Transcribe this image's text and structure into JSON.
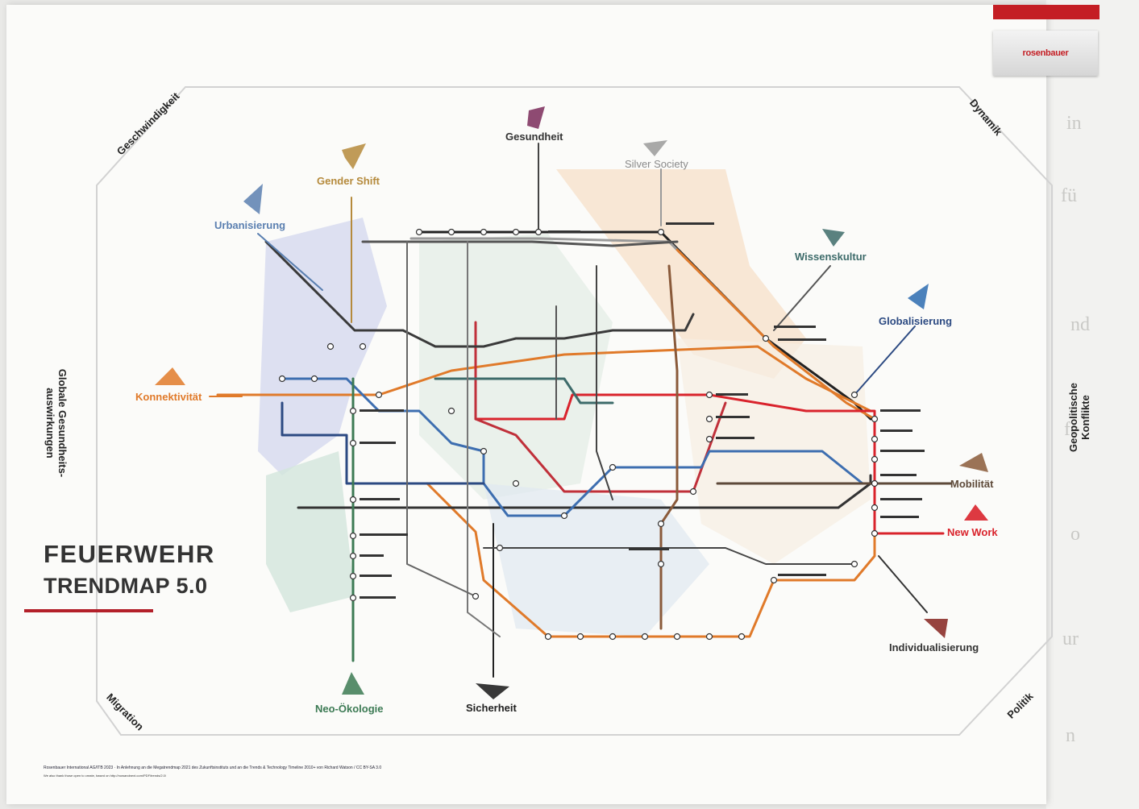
{
  "brand": {
    "logo_text": "rosenbauer",
    "accent": "#c41e24"
  },
  "title": {
    "line1": "FEUERWEHR",
    "line2": "TRENDMAP 5.0"
  },
  "corners": {
    "top_left": "Geschwindigkeit",
    "top_right": "Dynamik",
    "bottom_left": "Migration",
    "bottom_right": "Politik"
  },
  "sides": {
    "left_line1": "Globale Gesundheits-",
    "left_line2": "auswirkungen",
    "right_line1": "Geopolitische",
    "right_line2": "Konflikte"
  },
  "megatrends": {
    "gesundheit": "Gesundheit",
    "silver_society": "Silver Society",
    "gender_shift": "Gender Shift",
    "urbanisierung": "Urbanisierung",
    "wissenskultur": "Wissenskultur",
    "globalisierung": "Globalisierung",
    "konnektivitaet": "Konnektivität",
    "mobilitaet": "Mobilität",
    "new_work": "New Work",
    "individualisierung": "Individualisierung",
    "neo_oekologie": "Neo-Ökologie",
    "sicherheit": "Sicherheit"
  },
  "colors": {
    "gesundheit": "#7a2a5a",
    "silver_society": "#8a8a8a",
    "gender_shift": "#b58a3c",
    "urbanisierung": "#5a7fb0",
    "wissenskultur": "#3d6b6a",
    "globalisierung": "#2c4a82",
    "konnektivitaet": "#e07a2a",
    "mobilitaet": "#5e4a3a",
    "new_work": "#d9232c",
    "individualisierung": "#8c2f2a",
    "neo_oekologie": "#3c7a54",
    "sicherheit": "#222222"
  },
  "footer": {
    "line1": "Rosenbauer International AG/ITB 2023 · In Anlehnung an die Megatrendmap 2021 des Zukunftsinstituts und an die Trends & Technology Timeline 2010+ von Richard Watson / CC BY-SA 3.0",
    "line2": "We also thank those open to create, based on http://nowandnext.com/PDF/trends/2.0/"
  }
}
